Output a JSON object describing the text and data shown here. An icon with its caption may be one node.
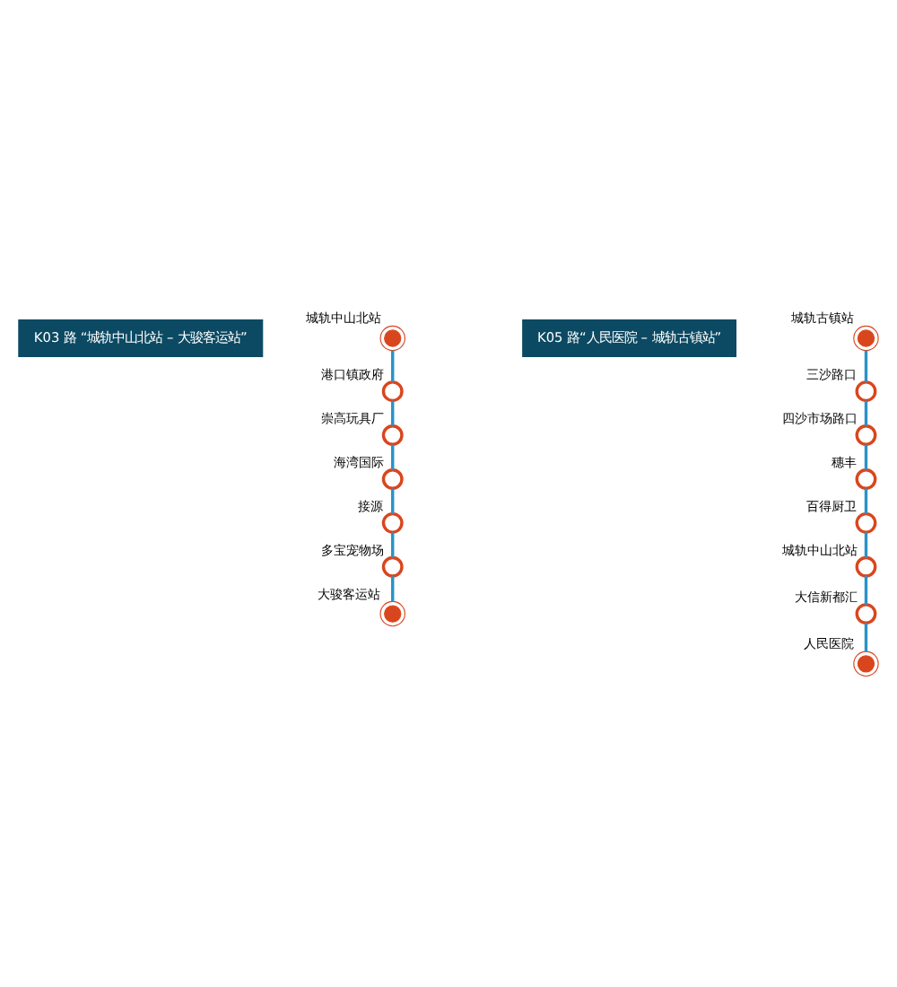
{
  "diagram": {
    "nodes": [
      {
        "text": [
          "K03 路 “城轨中山北站 – 大骏客运站”"
        ]
      },
      {
        "text": [
          "城轨中山北站"
        ]
      },
      {
        "text": [
          "港口镇政府"
        ]
      },
      {
        "text": [
          "崇高玩具厂"
        ]
      },
      {
        "text": [
          "海湾国际"
        ]
      },
      {
        "text": [
          "接源"
        ]
      },
      {
        "text": [
          "多宝宠物场"
        ]
      },
      {
        "text": [
          "大骏客运站"
        ]
      },
      {
        "text": [
          "K05 路“人民医院 – 城轨古镇站”"
        ]
      },
      {
        "text": [
          "城轨古镇站"
        ]
      },
      {
        "text": [
          "三沙路口"
        ]
      },
      {
        "text": [
          "四沙市场路口"
        ]
      },
      {
        "text": [
          "穗丰"
        ]
      },
      {
        "text": [
          "百得厨卫"
        ]
      },
      {
        "text": [
          "城轨中山北站"
        ]
      },
      {
        "text": [
          "大信新都汇"
        ]
      },
      {
        "text": [
          "人民医院"
        ]
      }
    ],
    "edges": [
      {
        "from": 1,
        "to": 2,
        "arrow": "none"
      },
      {
        "from": 2,
        "to": 3,
        "arrow": "none"
      },
      {
        "from": 3,
        "to": 4,
        "arrow": "none"
      },
      {
        "from": 4,
        "to": 5,
        "arrow": "none"
      },
      {
        "from": 5,
        "to": 6,
        "arrow": "none"
      },
      {
        "from": 6,
        "to": 7,
        "arrow": "none"
      },
      {
        "from": 9,
        "to": 10,
        "arrow": "none"
      },
      {
        "from": 10,
        "to": 11,
        "arrow": "none"
      },
      {
        "from": 11,
        "to": 12,
        "arrow": "none"
      },
      {
        "from": 12,
        "to": 13,
        "arrow": "none"
      },
      {
        "from": 13,
        "to": 14,
        "arrow": "none"
      },
      {
        "from": 14,
        "to": 15,
        "arrow": "none"
      },
      {
        "from": 15,
        "to": 16,
        "arrow": "none"
      }
    ]
  }
}
